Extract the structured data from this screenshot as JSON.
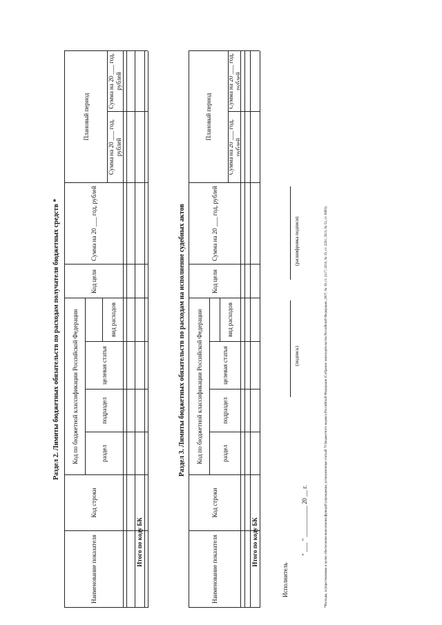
{
  "section2": {
    "title": "Раздел 2. Лимиты бюджетных обязательств по расходам получателя бюджетных средств *",
    "col_name": "Наименование показателя",
    "col_code": "Код строки",
    "col_bk": "Код по бюджетной классификации Российской Федерации",
    "col_razdel": "раздел",
    "col_podrazdel": "подраздел",
    "col_statya": "целевая статья",
    "col_vid": "вид расходов",
    "col_goal": "Код цели",
    "col_sum_current": "Сумма на 20 ___ год, рублей",
    "col_plan": "Плановый период",
    "col_sum_plan1": "Сумма на 20 ___ год, рублей",
    "col_sum_plan2": "Сумма на 20 ___ год, рублей",
    "total": "Итого по коду БК"
  },
  "section3": {
    "title": "Раздел 3. Лимиты бюджетных обязательств по расходам на исполнение судебных актов",
    "col_name": "Наименование показателя",
    "col_code": "Код строки",
    "col_bk": "Код по бюджетной классификации Российской Федерации",
    "col_razdel": "раздел",
    "col_podrazdel": "подраздел",
    "col_statya": "целевая статья",
    "col_vid": "вид расходов",
    "col_goal": "Код цели",
    "col_sum_current": "Сумма на 20 ___ год, рублей",
    "col_plan": "Плановый период",
    "col_sum_plan1": "Сумма на 20 ___ год, рублей",
    "col_sum_plan2": "Сумма на 20 ___ год, рублей",
    "total": "Итого по коду БК"
  },
  "signature": {
    "executor": "Исполнитель",
    "sign_label": "(подпись)",
    "decode_label": "(расшифровка подписи)",
    "date": "\" ___ \" __________ 20 __ г."
  },
  "footnote": "*Расходы, осуществляемые в целях обеспечения выполнения функций учреждения, установленные статьей 70 Бюджетного кодекса Российской Федерации (Собрание законодательства Российской Федерации, 2007, № 18, ст. 2117; 2010, № 19, ст. 2291; 2013, № 52, ст. 6983)."
}
